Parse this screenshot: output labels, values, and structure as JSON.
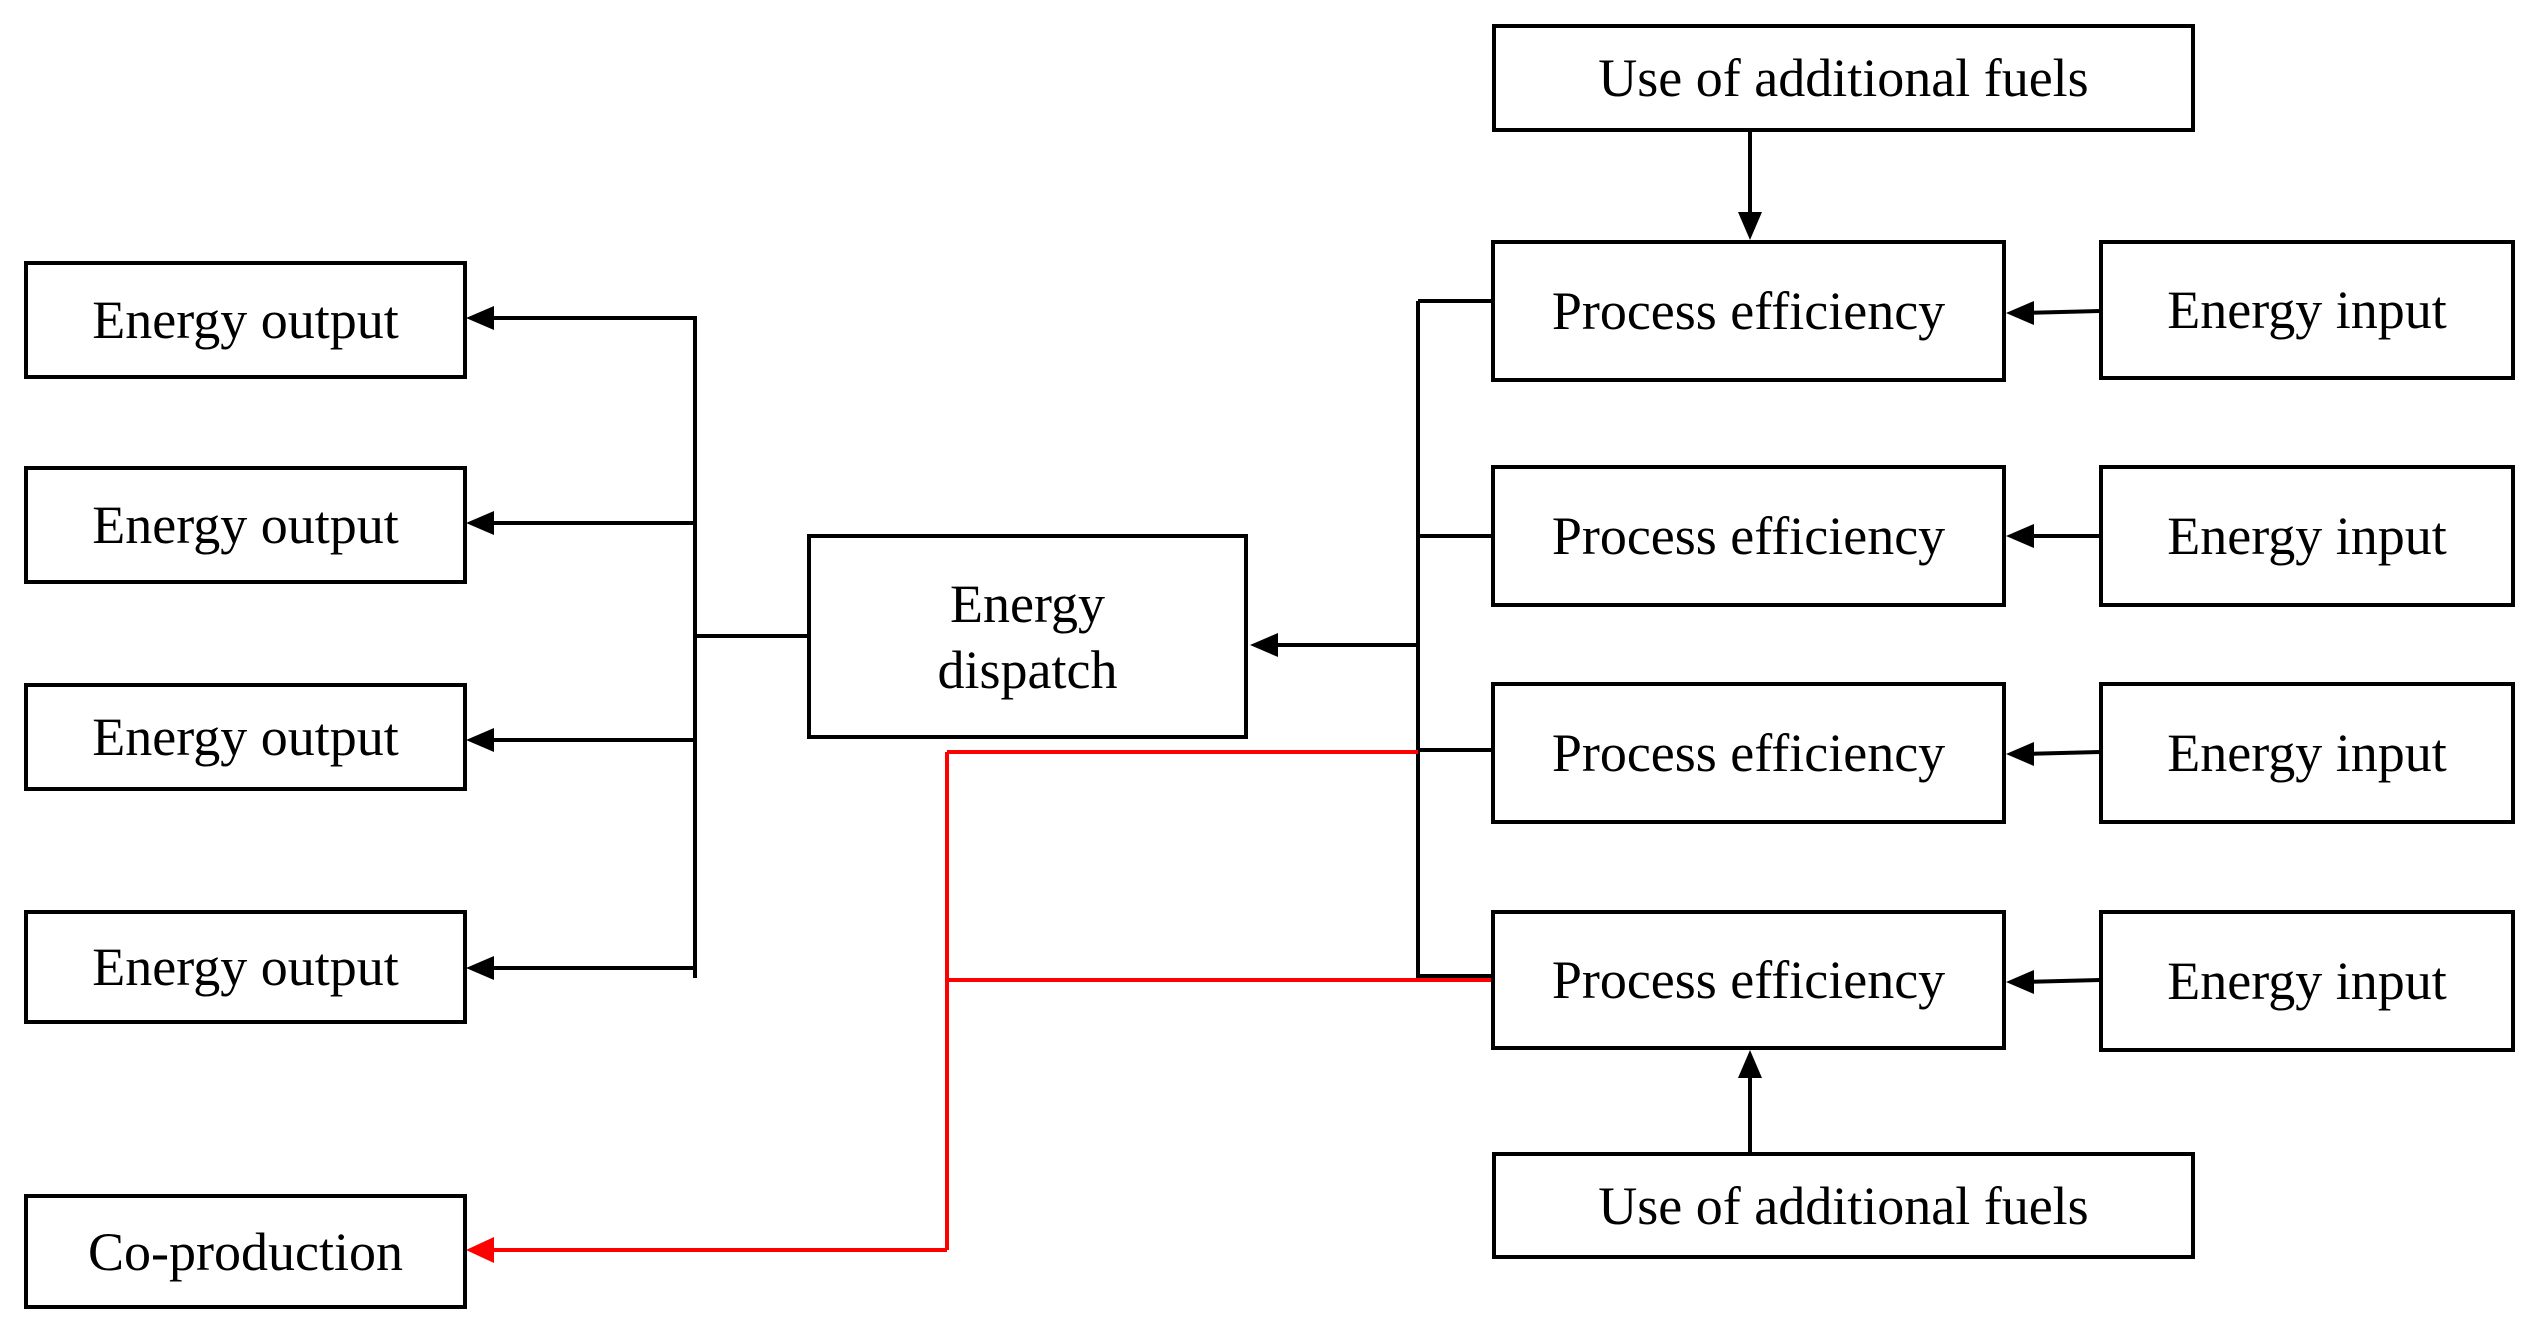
{
  "boxes": {
    "fuels_top": "Use of additional fuels",
    "fuels_bottom": "Use of additional fuels",
    "process_efficiency": [
      "Process efficiency",
      "Process efficiency",
      "Process efficiency",
      "Process efficiency"
    ],
    "energy_input": [
      "Energy input",
      "Energy input",
      "Energy input",
      "Energy input"
    ],
    "energy_output": [
      "Energy output",
      "Energy output",
      "Energy output",
      "Energy output"
    ],
    "dispatch_line1": "Energy",
    "dispatch_line2": "dispatch",
    "coproduction": "Co-production"
  },
  "colors": {
    "line": "#000000",
    "coproduction_line": "#ff0000"
  }
}
